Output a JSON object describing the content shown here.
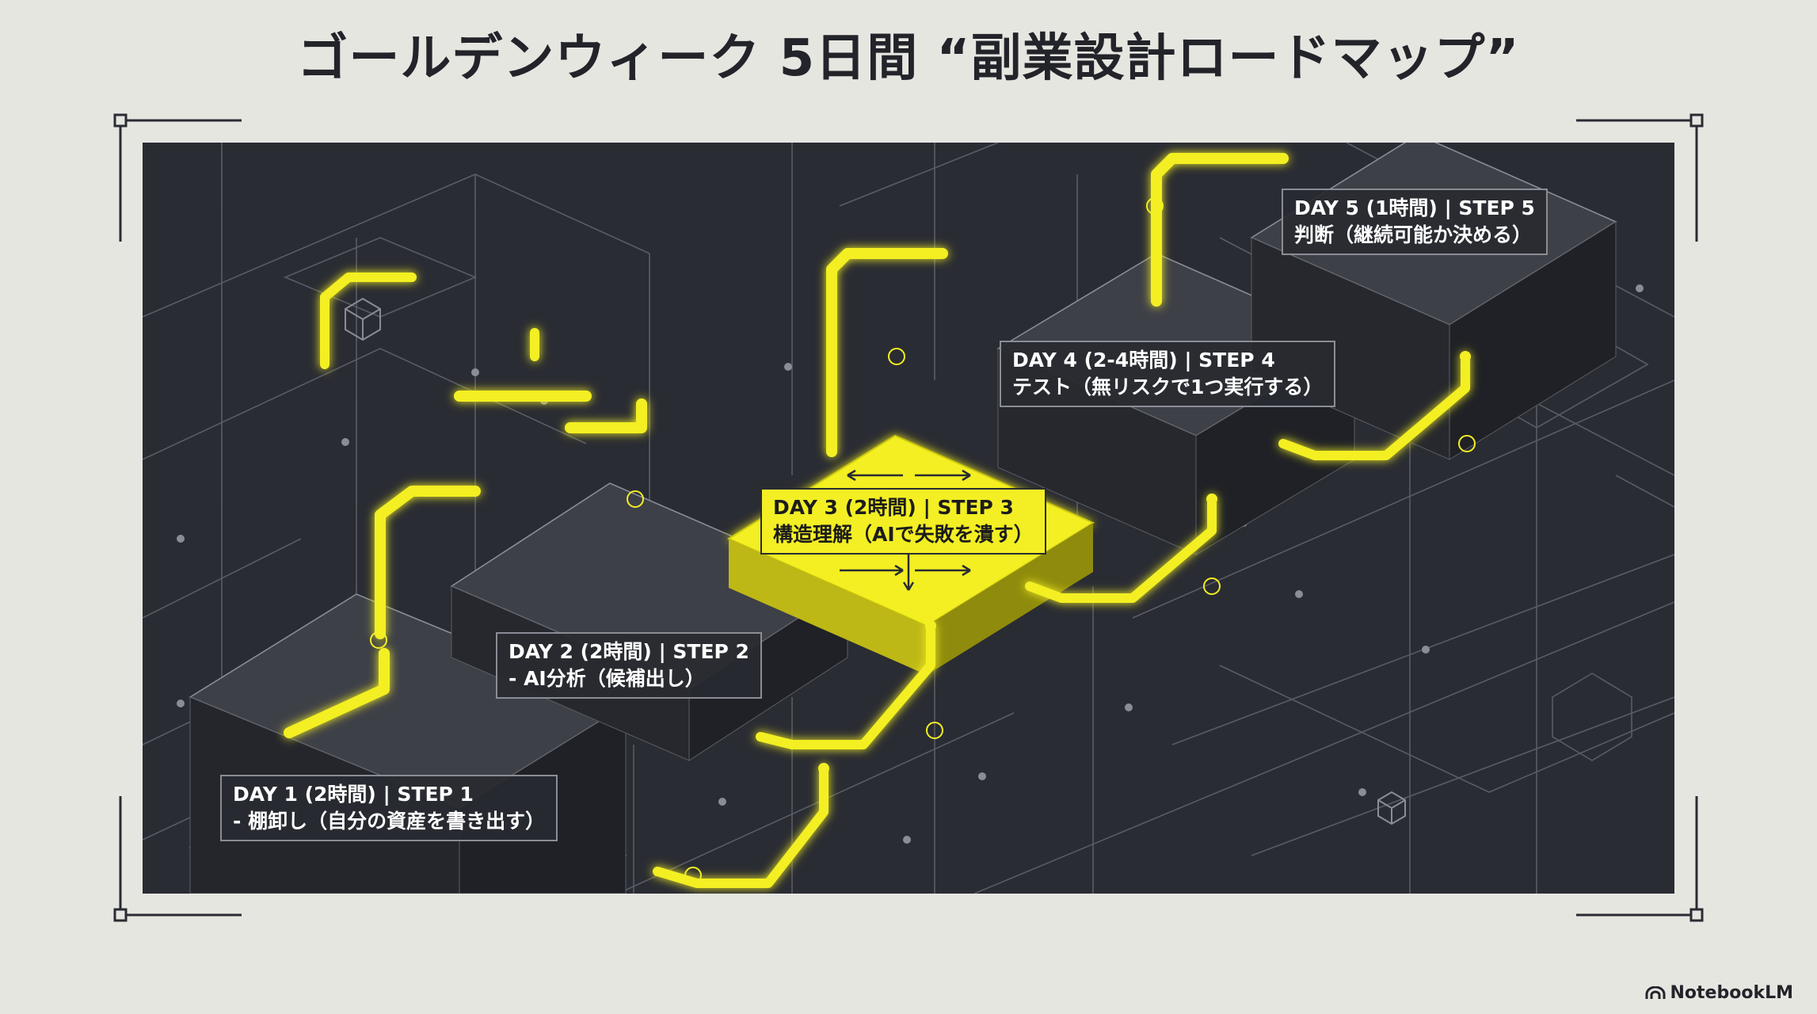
{
  "title": "ゴールデンウィーク 5日間 “副業設計ロードマップ”",
  "steps": [
    {
      "line1": "DAY 1 (2時間) | STEP 1",
      "line2": "- 棚卸し（自分の資産を書き出す）"
    },
    {
      "line1": "DAY 2 (2時間) | STEP 2",
      "line2": "- AI分析（候補出し）"
    },
    {
      "line1": "DAY 3 (2時間) | STEP 3",
      "line2": "構造理解（AIで失敗を潰す）"
    },
    {
      "line1": "DAY 4 (2-4時間) | STEP 4",
      "line2": "テスト（無リスクで1つ実行する）"
    },
    {
      "line1": "DAY 5 (1時間) | STEP 5",
      "line2": "判断（継続可能か決める）"
    }
  ],
  "brand": {
    "name": "NotebookLM",
    "icon": "notebooklm-logo-icon"
  },
  "colors": {
    "background": "#e6e6e1",
    "panel": "#2a2c33",
    "accent": "#f3ef24",
    "line": "#6c6f78",
    "text_dark": "#23242a"
  }
}
